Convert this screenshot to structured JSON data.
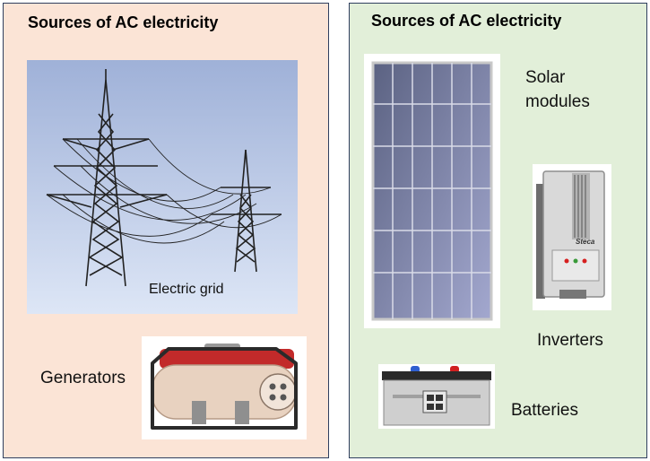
{
  "left_panel": {
    "title": "Sources of AC electricity",
    "background_color": "#fbe4d6",
    "grid_label": "Electric grid",
    "generator_label": "Generators",
    "grid_icon": "power-transmission-towers",
    "generator_icon": "portable-generator"
  },
  "right_panel": {
    "title": "Sources of AC electricity",
    "background_color": "#e2efd9",
    "solar_label_line1": "Solar",
    "solar_label_line2": "modules",
    "inverter_label": "Inverters",
    "battery_label": "Batteries",
    "inverter_brand": "Steca",
    "solar_icon": "solar-panel",
    "inverter_icon": "inverter-unit",
    "battery_icon": "car-battery"
  },
  "border_color": "#2f3f5f"
}
